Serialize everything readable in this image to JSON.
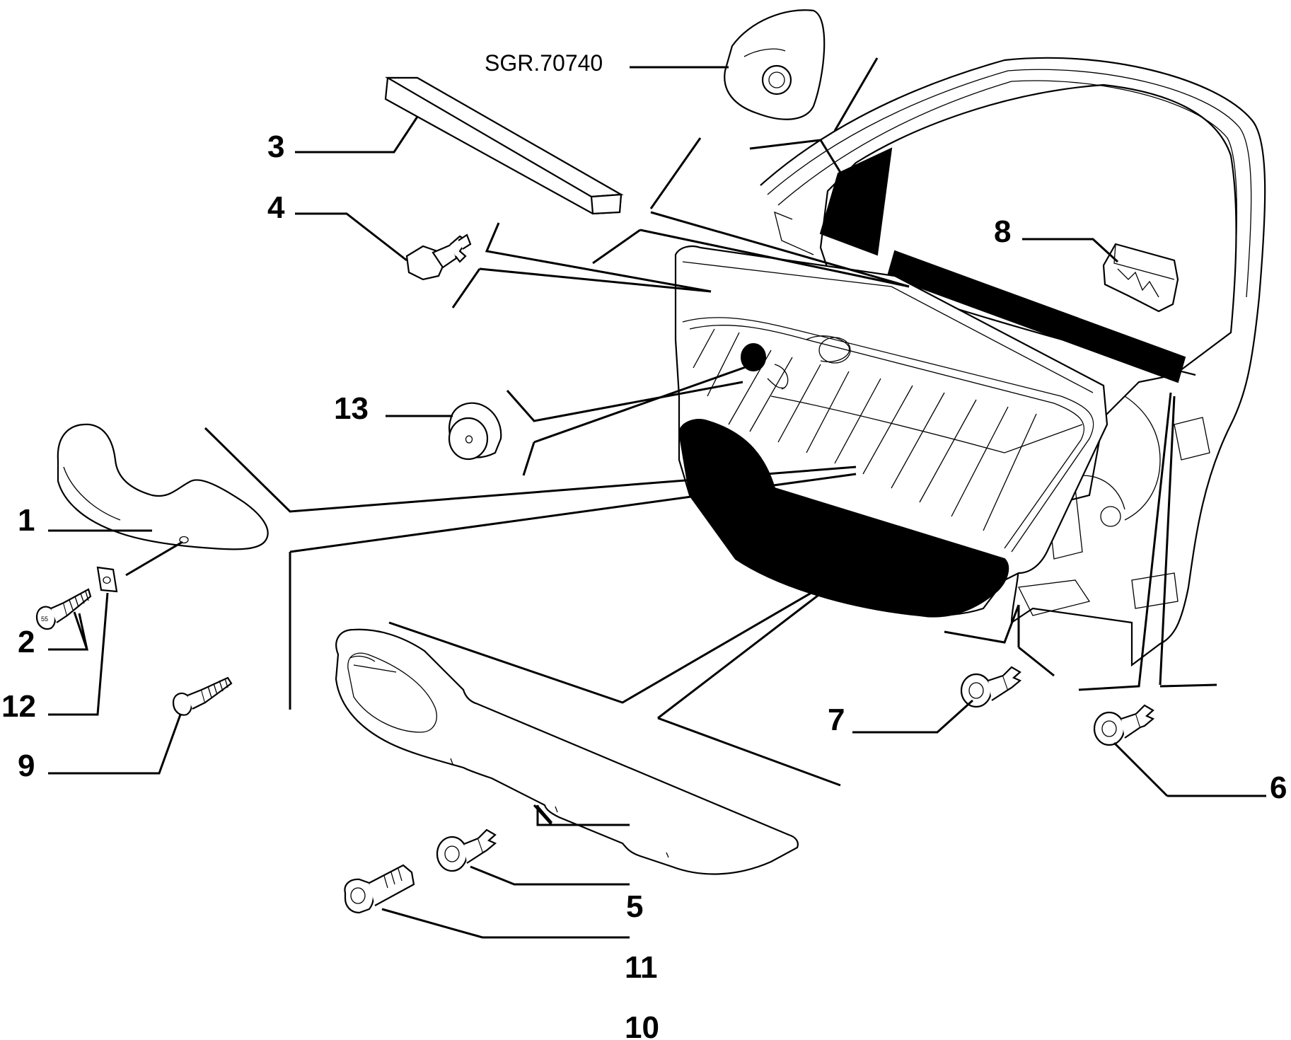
{
  "reference_code": "SGR.70740",
  "callouts": [
    {
      "id": "1",
      "label": "1"
    },
    {
      "id": "2",
      "label": "2"
    },
    {
      "id": "3",
      "label": "3"
    },
    {
      "id": "4",
      "label": "4"
    },
    {
      "id": "5",
      "label": "5"
    },
    {
      "id": "6",
      "label": "6"
    },
    {
      "id": "7",
      "label": "7"
    },
    {
      "id": "8",
      "label": "8"
    },
    {
      "id": "9",
      "label": "9"
    },
    {
      "id": "10",
      "label": "10"
    },
    {
      "id": "11",
      "label": "11"
    },
    {
      "id": "12",
      "label": "12"
    },
    {
      "id": "13",
      "label": "13"
    }
  ]
}
